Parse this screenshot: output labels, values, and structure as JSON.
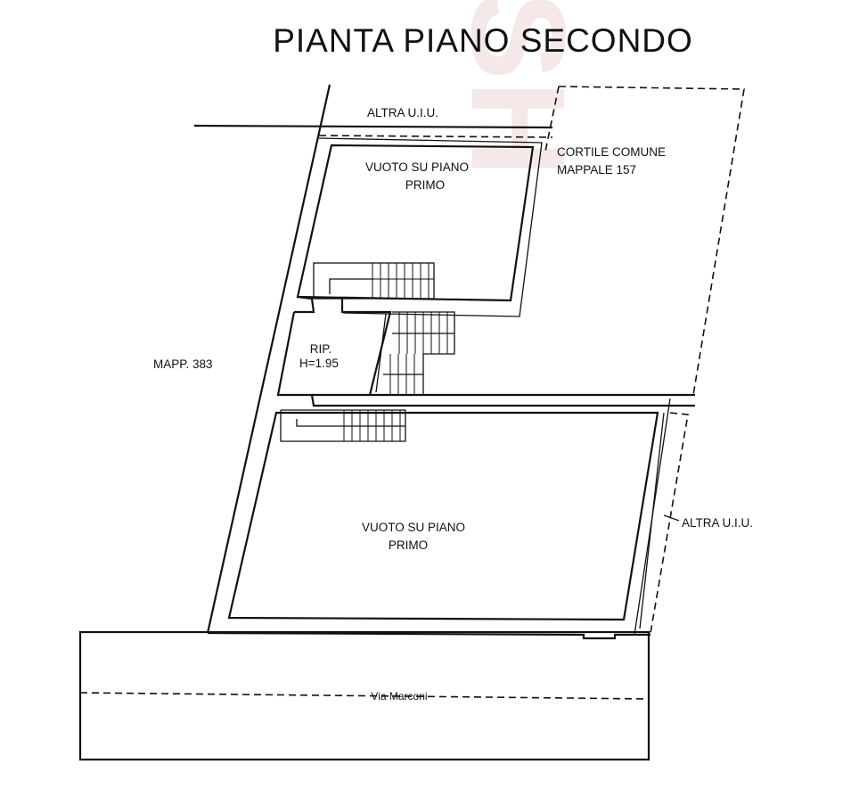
{
  "title": "PIANTA PIANO SECONDO",
  "watermark": {
    "text": "SH",
    "color": "#d49a9a"
  },
  "labels": {
    "altra_uiu_top": "ALTRA U.I.U.",
    "cortile_line1": "CORTILE COMUNE",
    "cortile_line2": "MAPPALE 157",
    "vuoto_upper_line1": "VUOTO SU PIANO",
    "vuoto_upper_line2": "PRIMO",
    "rip_line1": "RIP.",
    "rip_line2": "H=1.95",
    "mapp_383": "MAPP. 383",
    "vuoto_lower_line1": "VUOTO SU PIANO",
    "vuoto_lower_line2": "PRIMO",
    "altra_uiu_right": "ALTRA U.I.U.",
    "street": "Via Marconi"
  }
}
